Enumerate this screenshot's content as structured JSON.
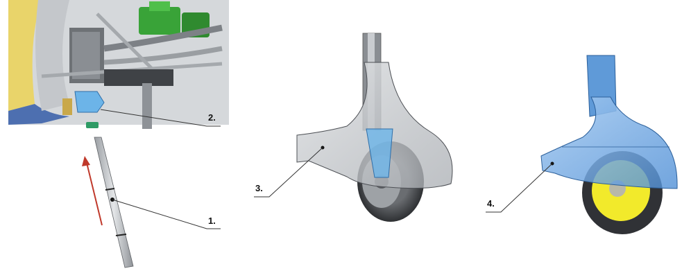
{
  "callouts": [
    {
      "id": "1",
      "label": "1."
    },
    {
      "id": "2",
      "label": "2."
    },
    {
      "id": "3",
      "label": "3."
    },
    {
      "id": "4",
      "label": "4."
    }
  ],
  "colors": {
    "engine_gray": "#b9bcc0",
    "engine_dark": "#6e7276",
    "engine_green": "#39a338",
    "bracket_blue": "#6cb4e8",
    "fairing_gray": "#c8cbcf",
    "fairing_blue": "#7fb0e6",
    "wheel_dark": "#3b3d40",
    "hub_yellow": "#f2ea2b",
    "arrow_red": "#c0392b",
    "leader_line": "#333333",
    "fuselage_yellow": "#e9d46a"
  }
}
